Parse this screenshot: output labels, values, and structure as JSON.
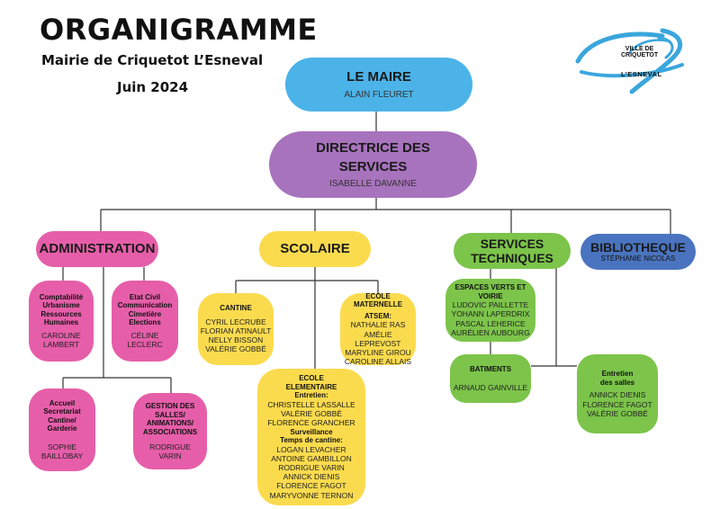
{
  "header": {
    "title": "ORGANIGRAMME",
    "subtitle": "Mairie de Criquetot L’Esneval",
    "date": "Juin 2024"
  },
  "logo": {
    "line1": "VILLE DE",
    "line2": "CRIQUETOT",
    "line3": "L’ESNEVAL"
  },
  "maire": {
    "title": "LE MAIRE",
    "name": "ALAIN FLEURET"
  },
  "directrice": {
    "title_l1": "DIRECTRICE DES",
    "title_l2": "SERVICES",
    "name": "ISABELLE DAVANNE"
  },
  "administration": {
    "title": "ADMINISTRATION",
    "compta": {
      "l1": "Comptabilité",
      "l2": "Urbanisme",
      "l3": "Ressources",
      "l4": "Humaines",
      "n1": "CAROLINE",
      "n2": "LAMBERT"
    },
    "etatcivil": {
      "l1": "Etat Civil",
      "l2": "Communication",
      "l3": "Cimetière",
      "l4": "Elections",
      "n1": "CÉLINE",
      "n2": "LECLERC"
    },
    "accueil": {
      "l1": "Accueil",
      "l2": "Secretariat",
      "l3": "Cantine/",
      "l4": "Garderie",
      "n1": "SOPHIE",
      "n2": "BAILLOBAY"
    },
    "gestion": {
      "l1": "GESTION DES",
      "l2": "SALLES/",
      "l3": "ANIMATIONS/",
      "l4": "ASSOCIATIONS",
      "n1": "RODRIGUE",
      "n2": "VARIN"
    }
  },
  "scolaire": {
    "title": "SCOLAIRE",
    "cantine": {
      "title": "CANTINE",
      "n1": "CYRIL LECRUBE",
      "n2": "FLORIAN ATINAULT",
      "n3": "NELLY BISSON",
      "n4": "VALÉRIE GOBBÉ"
    },
    "maternelle": {
      "t1": "ECOLE",
      "t2": "MATERNELLE",
      "atsem": "ATSEM:",
      "n1": "NATHALIE RAS",
      "n2": "AMÉLIE LEPREVOST",
      "n3": "MARYLINE GIROU",
      "n4": "CAROLINE ALLAIS"
    },
    "elementaire": {
      "t1": "ECOLE",
      "t2": "ELEMENTAIRE",
      "entretien": "Entretien:",
      "e1": "CHRISTELLE LASSALLE",
      "e2": "VALÉRIE GOBBÉ",
      "e3": "FLORENCE GRANCHER",
      "surveillance": "Surveillance",
      "temps": "Temps de cantine:",
      "c1": "LOGAN LEVACHER",
      "c2": "ANTOINE GAMBILLON",
      "c3": "RODRIGUE VARIN",
      "c4": "ANNICK DIENIS",
      "c5": "FLORENCE FAGOT",
      "c6": "MARYVONNE TERNON"
    }
  },
  "techniques": {
    "title_l1": "SERVICES",
    "title_l2": "TECHNIQUES",
    "espaces": {
      "t1": "ESPACES VERTS ET",
      "t2": "VOIRIE",
      "n1": "LUDOVIC PAILLETTE",
      "n2": "YOHANN LAPERDRIX",
      "n3": "PASCAL LEHERICE",
      "n4": "AURÉLIEN AUBOURG"
    },
    "batiments": {
      "title": "BATIMENTS",
      "n1": "ARNAUD GAINVILLE"
    },
    "entretien": {
      "t1": "Entretien",
      "t2": "des salles",
      "n1": "ANNICK DIENIS",
      "n2": "FLORENCE FAGOT",
      "n3": "VALÉRIE GOBBÉ"
    }
  },
  "bibliotheque": {
    "title": "BIBLIOTHEQUE",
    "name": "STÉPHANIE NICOLAS"
  },
  "colors": {
    "maire": "#4cb3e8",
    "directrice": "#a873bd",
    "administration": "#e65ea9",
    "scolaire": "#fbdb4e",
    "techniques": "#7cc44a",
    "bibliotheque": "#4a74bf",
    "connector": "#333333"
  }
}
